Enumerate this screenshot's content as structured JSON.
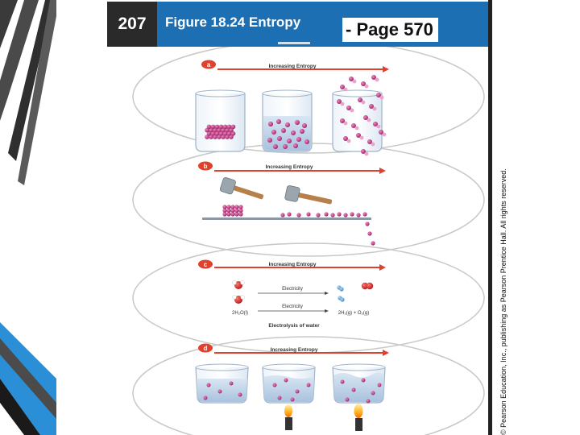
{
  "header": {
    "number": "207",
    "title": "Figure 18.24 Entropy",
    "page_ref": "- Page 570"
  },
  "panels": [
    {
      "letter": "a",
      "heading": "Increasing Entropy"
    },
    {
      "letter": "b",
      "heading": "Increasing Entropy"
    },
    {
      "letter": "c",
      "heading": "Increasing Entropy",
      "electricity_top": "Electricity",
      "electricity_bottom": "Electricity",
      "equation_left": "2H₂O(l)",
      "equation_right": "2H₂(g) + O₂(g)",
      "caption": "Electrolysis of water"
    },
    {
      "letter": "d",
      "heading": "Increasing Entropy"
    }
  ],
  "credit": "© Pearson Education, Inc., publishing as Pearson Prentice Hall. All rights reserved.",
  "colors": {
    "header_blue": "#1d6fb3",
    "number_bg": "#2a2a2a",
    "arrow_red": "#e0412c",
    "molecule_purple": "#b0287a",
    "theme_dark": "#3a3a3a",
    "theme_blue": "#2a8fd6"
  }
}
